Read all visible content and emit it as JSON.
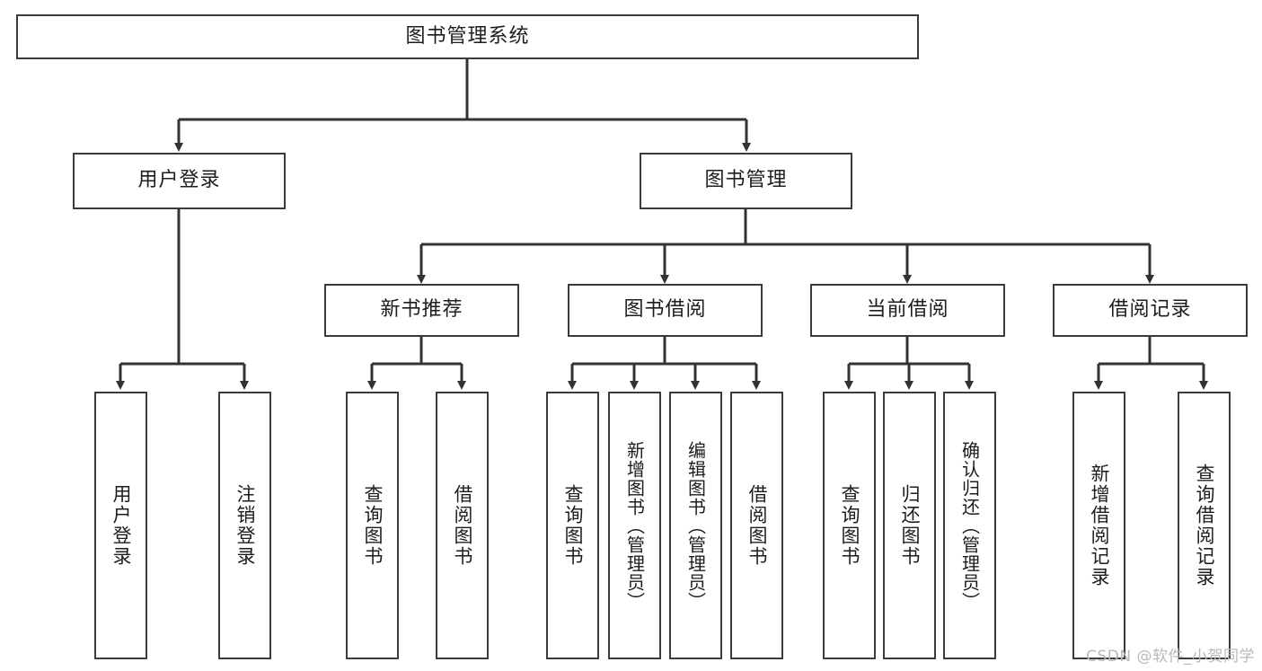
{
  "diagram": {
    "title": "图书管理系统",
    "type": "tree",
    "watermark": "CSDN @软件_小贺同学",
    "colors": {
      "box_border": "#3b3b3b",
      "box_fill": "#ffffff",
      "line": "#333333",
      "text": "#1d1d1d",
      "watermark": "#b9b9b9",
      "background": "#ffffff"
    },
    "root": {
      "label": "图书管理系统"
    },
    "level2": [
      {
        "label": "用户登录"
      },
      {
        "label": "图书管理"
      }
    ],
    "level3": [
      {
        "label": "新书推荐"
      },
      {
        "label": "图书借阅"
      },
      {
        "label": "当前借阅"
      },
      {
        "label": "借阅记录"
      }
    ],
    "leaves_user_login": [
      {
        "label": "用户登录"
      },
      {
        "label": "注销登录"
      }
    ],
    "leaves_new_book": [
      {
        "label": "查询图书"
      },
      {
        "label": "借阅图书"
      }
    ],
    "leaves_borrow": [
      {
        "label": "查询图书"
      },
      {
        "label": "新增图书（管理员）"
      },
      {
        "label": "编辑图书（管理员）"
      },
      {
        "label": "借阅图书"
      }
    ],
    "leaves_current": [
      {
        "label": "查询图书"
      },
      {
        "label": "归还图书"
      },
      {
        "label": "确认归还（管理员）"
      }
    ],
    "leaves_records": [
      {
        "label": "新增借阅记录"
      },
      {
        "label": "查询借阅记录"
      }
    ]
  }
}
